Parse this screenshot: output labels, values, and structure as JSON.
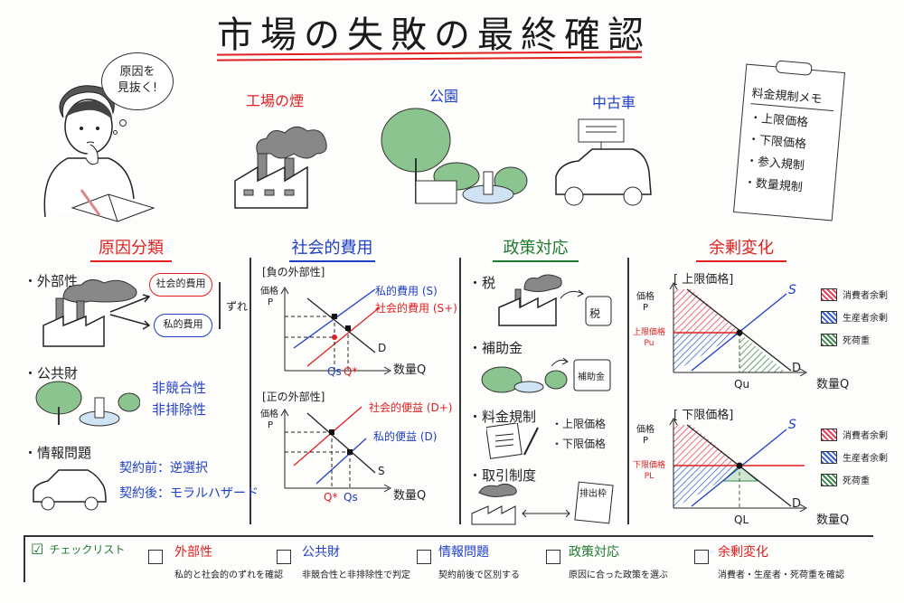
{
  "title": "市場の失敗の最終確認",
  "student": {
    "thought": [
      "原因を",
      "見抜く!"
    ]
  },
  "scenes": [
    {
      "label": "工場の煙",
      "color": "#e02020"
    },
    {
      "label": "公園",
      "color": "#1f3fc4"
    },
    {
      "label": "中古車",
      "color": "#1f3fc4"
    }
  ],
  "memo": {
    "title": "料金規制メモ",
    "items": [
      "・上限価格",
      "・下限価格",
      "・参入規制",
      "・数量規制"
    ]
  },
  "sections": {
    "causes": {
      "heading": "原因分類",
      "externality": {
        "label": "・外部性",
        "social_cost": "社会的費用",
        "private_cost": "私的費用",
        "gap": "ずれ"
      },
      "public_goods": {
        "label": "・公共財",
        "traits": [
          "非競合性",
          "非排除性"
        ]
      },
      "info": {
        "label": "・情報問題",
        "before": "契約前：逆選択",
        "after": "契約後：モラルハザード"
      }
    },
    "social_cost": {
      "heading": "社会的費用",
      "negative": {
        "title": "[負の外部性]",
        "private": "私的費用 (S)",
        "social": "社会的費用 (S+)",
        "demand": "D",
        "qs": "Qs",
        "qstar": "Q*"
      },
      "positive": {
        "title": "[正の外部性]",
        "social": "社会的便益 (D+)",
        "private": "私的便益 (D)",
        "supply": "S",
        "qstar": "Q*",
        "qs": "Qs"
      },
      "y_label": [
        "価格",
        "P"
      ],
      "x_label": "数量Q"
    },
    "policy": {
      "heading": "政策対応",
      "items": [
        {
          "label": "・税",
          "tag": "税"
        },
        {
          "label": "・補助金",
          "tag": "補助金"
        },
        {
          "label": "・料金規制",
          "sub": [
            "・上限価格",
            "・下限価格"
          ]
        },
        {
          "label": "・取引制度",
          "tag": "排出枠"
        }
      ]
    },
    "surplus": {
      "heading": "余剰変化",
      "ceiling": {
        "title": "[ 上限価格]",
        "price_label": [
          "上限価格",
          "Pu"
        ],
        "q": "Qu",
        "supply": "S",
        "demand": "D"
      },
      "floor": {
        "title": "[ 下限価格]",
        "price_label": [
          "下限価格",
          "PL"
        ],
        "q": "QL",
        "supply": "S",
        "demand": "D"
      },
      "y_label": [
        "価格",
        "P"
      ],
      "x_label": "数量Q",
      "legend": [
        {
          "label": "消費者余剰",
          "color": "#e8405a"
        },
        {
          "label": "生産者余剰",
          "color": "#3a5fd0"
        },
        {
          "label": "死荷重",
          "color": "#3a8a4a"
        }
      ]
    }
  },
  "checklist": {
    "title": "チェックリスト",
    "checked": true,
    "items": [
      {
        "title": "外部性",
        "desc": "私的と社会的のずれを確認",
        "color": "#e02020"
      },
      {
        "title": "公共財",
        "desc": "非競合性と非排除性で判定",
        "color": "#1f3fc4"
      },
      {
        "title": "情報問題",
        "desc": "契約前後で区別する",
        "color": "#1f3fc4"
      },
      {
        "title": "政策対応",
        "desc": "原因に合った政策を選ぶ",
        "color": "#1f7a2e"
      },
      {
        "title": "余剰変化",
        "desc": "消費者・生産者・死荷重を確認",
        "color": "#e02020"
      }
    ]
  }
}
